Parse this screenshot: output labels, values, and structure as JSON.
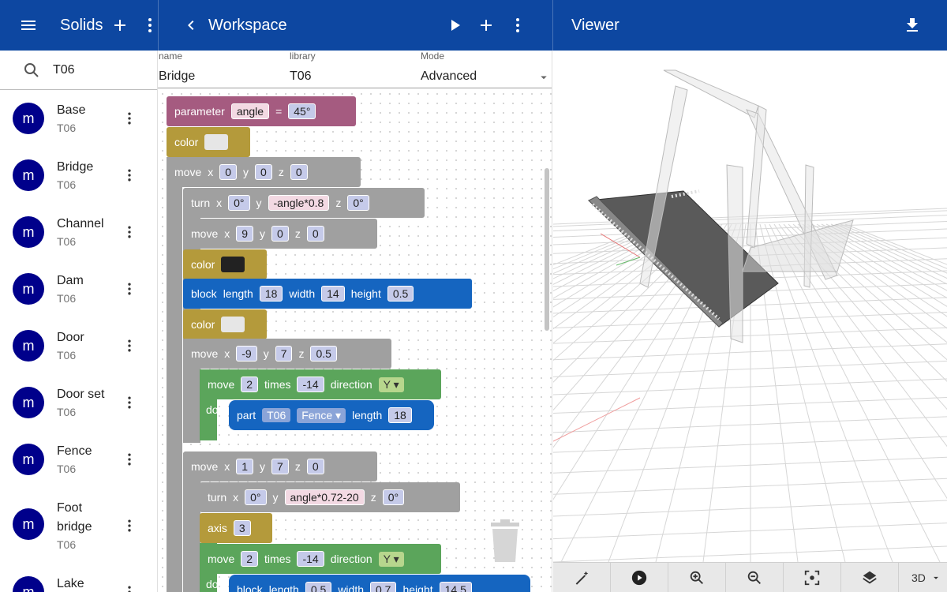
{
  "header": {
    "solids_title": "Solids",
    "workspace_title": "Workspace",
    "viewer_title": "Viewer"
  },
  "sidebar": {
    "search_value": "T06",
    "items": [
      {
        "avatar": "m",
        "title": "Base",
        "sub": "T06"
      },
      {
        "avatar": "m",
        "title": "Bridge",
        "sub": "T06"
      },
      {
        "avatar": "m",
        "title": "Channel",
        "sub": "T06"
      },
      {
        "avatar": "m",
        "title": "Dam",
        "sub": "T06"
      },
      {
        "avatar": "m",
        "title": "Door",
        "sub": "T06"
      },
      {
        "avatar": "m",
        "title": "Door set",
        "sub": "T06"
      },
      {
        "avatar": "m",
        "title": "Fence",
        "sub": "T06"
      },
      {
        "avatar": "m",
        "title": "Foot bridge",
        "sub": "T06"
      },
      {
        "avatar": "m",
        "title": "Lake",
        "sub": ""
      }
    ]
  },
  "workspace": {
    "fields": {
      "name_label": "name",
      "name_value": "Bridge",
      "library_label": "library",
      "library_value": "T06",
      "mode_label": "Mode",
      "mode_value": "Advanced"
    },
    "blocks": {
      "param_kw": "parameter",
      "param_name": "angle",
      "param_eq": "=",
      "param_val": "45°",
      "color_kw": "color",
      "move_kw": "move",
      "x": "x",
      "y": "y",
      "z": "z",
      "move1": [
        "0",
        "0",
        "0"
      ],
      "turn_kw": "turn",
      "turn1": [
        "0°",
        "-angle*0.8",
        "0°"
      ],
      "move2": [
        "9",
        "0",
        "0"
      ],
      "block_kw": "block",
      "length_kw": "length",
      "width_kw": "width",
      "height_kw": "height",
      "block1": [
        "18",
        "14",
        "0.5"
      ],
      "move3": [
        "-9",
        "7",
        "0.5"
      ],
      "times_kw": "times",
      "direction_kw": "direction",
      "do_kw": "do",
      "rep1": [
        "2",
        "-14",
        "Y"
      ],
      "part_kw": "part",
      "part_lib": "T06",
      "part_name": "Fence",
      "part_len": "18",
      "move4": [
        "1",
        "7",
        "0"
      ],
      "turn2": [
        "0°",
        "angle*0.72-20",
        "0°"
      ],
      "axis_kw": "axis",
      "axis_val": "3",
      "rep2": [
        "2",
        "-14",
        "Y"
      ],
      "block2": [
        "0.5",
        "0.7",
        "14.5"
      ]
    }
  },
  "viewer": {
    "mode": "3D"
  },
  "colors": {
    "appbar": "#0d47a1",
    "avatar": "#00008b"
  }
}
